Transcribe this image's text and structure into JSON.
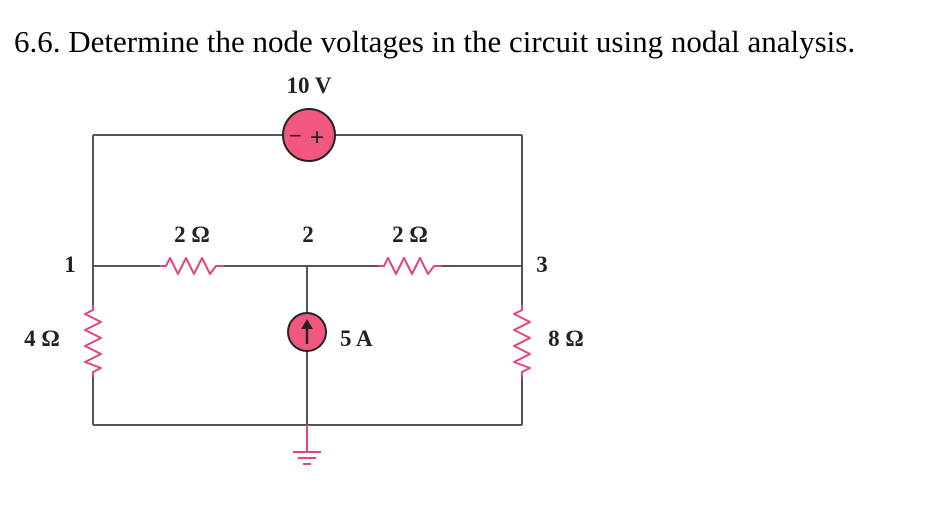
{
  "problem": {
    "text": "6.6. Determine the node voltages in the circuit using nodal analysis."
  },
  "circuit": {
    "voltage_source": {
      "label": "10 V",
      "minus": "−",
      "plus": "+"
    },
    "current_source": {
      "label": "5 A"
    },
    "resistors": {
      "r_left": "4 Ω",
      "r_1_2": "2 Ω",
      "r_2_3": "2 Ω",
      "r_right": "8 Ω"
    },
    "nodes": {
      "n1": "1",
      "n2": "2",
      "n3": "3"
    },
    "colors": {
      "component": "#f2587f",
      "resistor": "#e0457f",
      "wire": "#555555"
    },
    "icons": [
      "voltage-source-icon",
      "current-source-icon",
      "resistor-icon",
      "ground-icon"
    ]
  }
}
